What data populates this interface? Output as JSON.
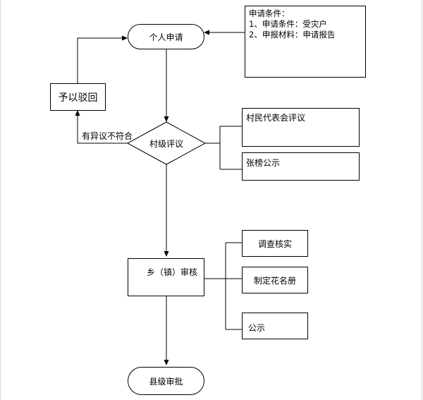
{
  "nodes": {
    "apply": "个人申请",
    "village_review": "村级评议",
    "township_review": "乡（镇）审核",
    "county_approval": "县级审批",
    "reject": "予以驳回"
  },
  "edge_labels": {
    "objection": "有异议不符合"
  },
  "application_note": {
    "title": "申请条件：",
    "line1": "1、申请条件：受灾户",
    "line2": "2、申报材料：申请报告"
  },
  "village_steps": {
    "representatives": "村民代表会评议",
    "posting": "张榜公示"
  },
  "township_steps": {
    "investigate": "调查核实",
    "roster": "制定花名册",
    "publicize": "公示"
  },
  "colors": {
    "line": "#000000",
    "frame": "#d9d9d9",
    "background": "#ffffff"
  }
}
